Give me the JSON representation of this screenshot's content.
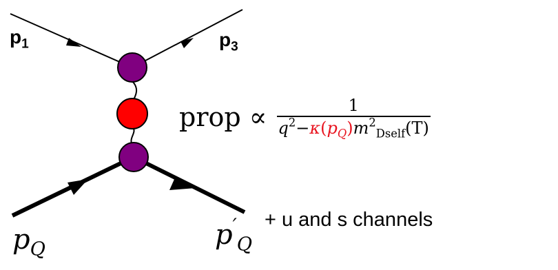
{
  "colors": {
    "vertex": "#800080",
    "propagator_blob": "#ff0000",
    "kappa": "#e8141f",
    "lines": "#000000"
  },
  "labels": {
    "p1_main": "p",
    "p1_sub": "1",
    "p3_main": "p",
    "p3_sub": "3",
    "pQ_main": "p",
    "pQ_sub": "Q",
    "pQprime_main": "p",
    "pQprime_prime": "′",
    "pQprime_sub": "Q"
  },
  "formula": {
    "prop": "prop",
    "proportional": "∝",
    "numerator": "1",
    "q": "q",
    "q_exp": "2",
    "minus": "−",
    "kappa": "κ",
    "kappa_open": "(",
    "kappa_p": "p",
    "kappa_sub": "Q",
    "kappa_close": ")",
    "m": "m",
    "m_exp": "2",
    "m_sub": "Dself",
    "T": "(T)"
  },
  "note": "+ u and s channels"
}
